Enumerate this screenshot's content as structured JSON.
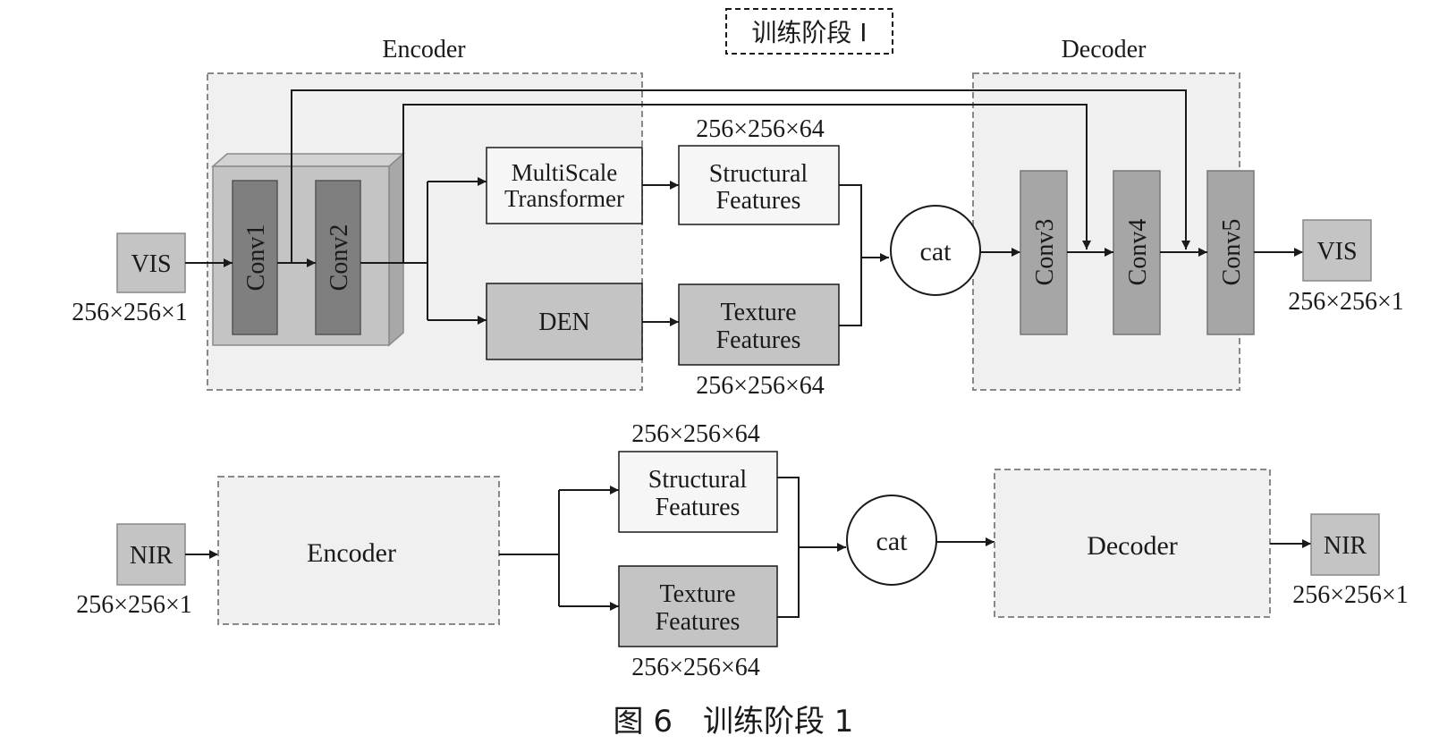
{
  "stage_label": "训练阶段 I",
  "caption": "图 6　训练阶段 1",
  "top": {
    "encoder_title": "Encoder",
    "decoder_title": "Decoder",
    "input": {
      "label": "VIS",
      "dims": "256×256×1"
    },
    "conv1": "Conv1",
    "conv2": "Conv2",
    "multiscale": [
      "MultiScale",
      "Transformer"
    ],
    "den": "DEN",
    "structural": {
      "lines": [
        "Structural",
        "Features"
      ],
      "dims": "256×256×64"
    },
    "texture": {
      "lines": [
        "Texture",
        "Features"
      ],
      "dims": "256×256×64"
    },
    "cat": "cat",
    "conv3": "Conv3",
    "conv4": "Conv4",
    "conv5": "Conv5",
    "output": {
      "label": "VIS",
      "dims": "256×256×1"
    }
  },
  "bottom": {
    "input": {
      "label": "NIR",
      "dims": "256×256×1"
    },
    "encoder": "Encoder",
    "structural": {
      "lines": [
        "Structural",
        "Features"
      ],
      "dims": "256×256×64"
    },
    "texture": {
      "lines": [
        "Texture",
        "Features"
      ],
      "dims": "256×256×64"
    },
    "cat": "cat",
    "decoder": "Decoder",
    "output": {
      "label": "NIR",
      "dims": "256×256×1"
    }
  }
}
